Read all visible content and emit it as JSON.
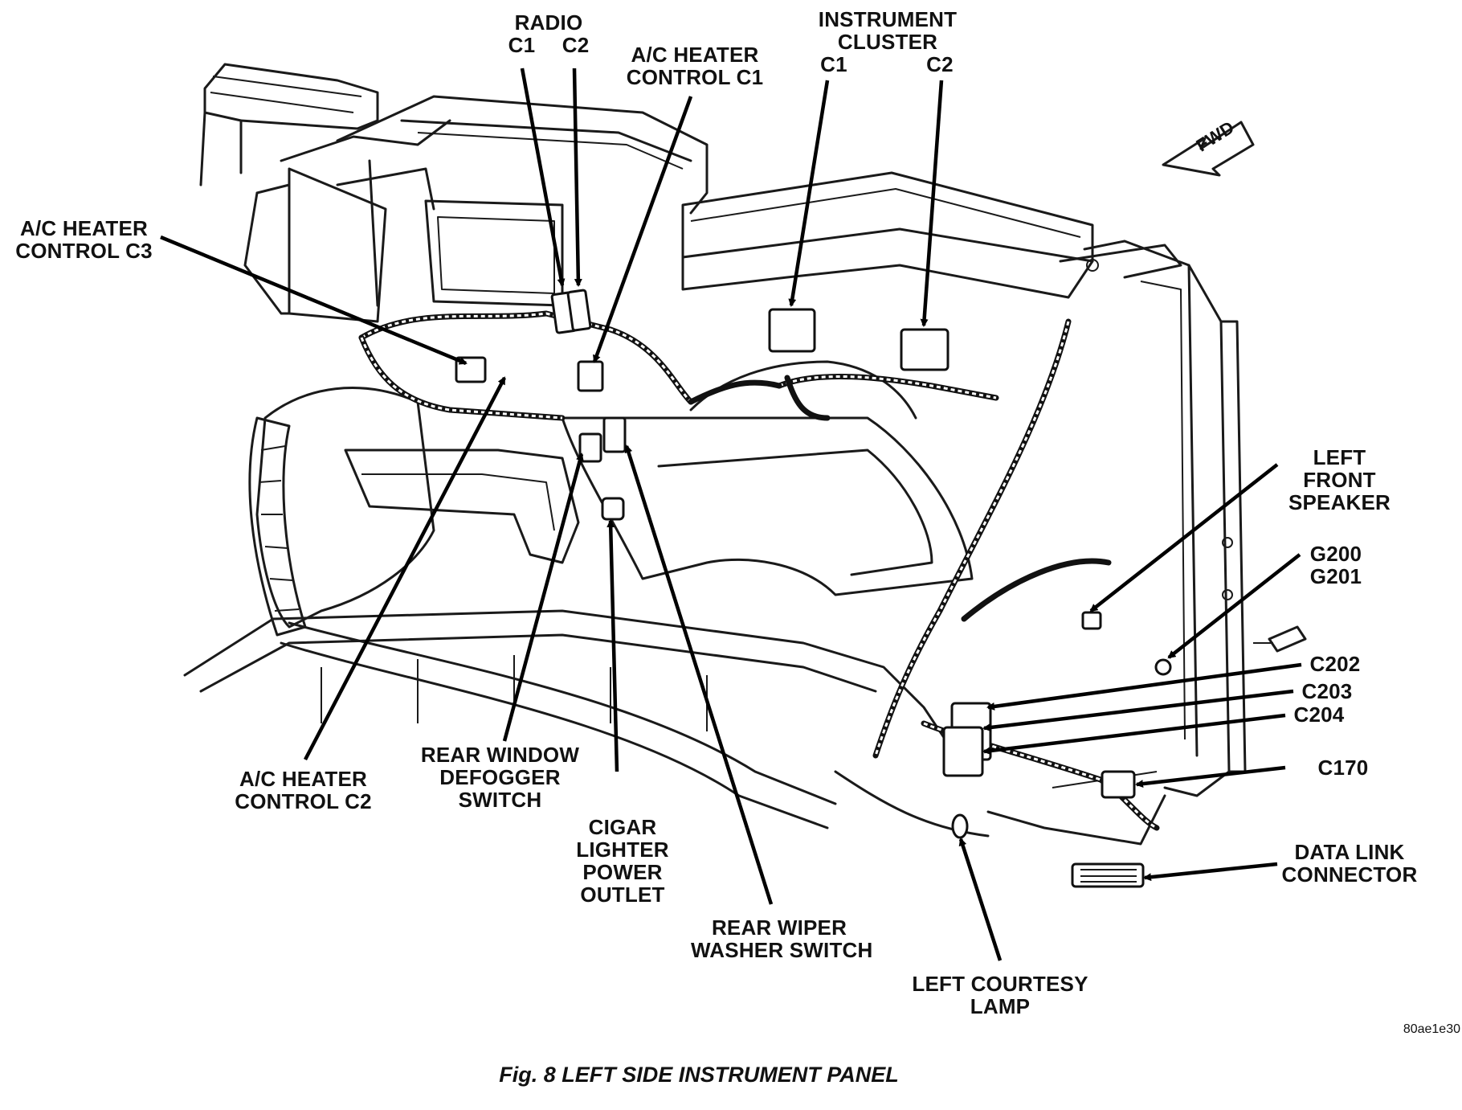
{
  "labels": {
    "radio": {
      "title": "RADIO",
      "c1": "C1",
      "c2": "C2"
    },
    "ac_heater_c1": [
      "A/C HEATER",
      "CONTROL C1"
    ],
    "instrument_cluster": {
      "line1": "INSTRUMENT",
      "line2": "CLUSTER",
      "c1": "C1",
      "c2": "C2"
    },
    "ac_heater_c3": [
      "A/C HEATER",
      "CONTROL C3"
    ],
    "left_front_speaker": [
      "LEFT",
      "FRONT",
      "SPEAKER"
    ],
    "ground": [
      "G200",
      "G201"
    ],
    "c202": "C202",
    "c203": "C203",
    "c204": "C204",
    "c170": "C170",
    "data_link": [
      "DATA LINK",
      "CONNECTOR"
    ],
    "ac_heater_c2": [
      "A/C HEATER",
      "CONTROL C2"
    ],
    "rear_window_defogger": [
      "REAR WINDOW",
      "DEFOGGER",
      "SWITCH"
    ],
    "cigar_lighter": [
      "CIGAR",
      "LIGHTER",
      "POWER",
      "OUTLET"
    ],
    "rear_wiper": [
      "REAR WIPER",
      "WASHER SWITCH"
    ],
    "left_courtesy": [
      "LEFT COURTESY",
      "LAMP"
    ],
    "fwd": "FWD"
  },
  "figure_code": "80ae1e30",
  "caption": "Fig. 8 LEFT SIDE INSTRUMENT PANEL"
}
